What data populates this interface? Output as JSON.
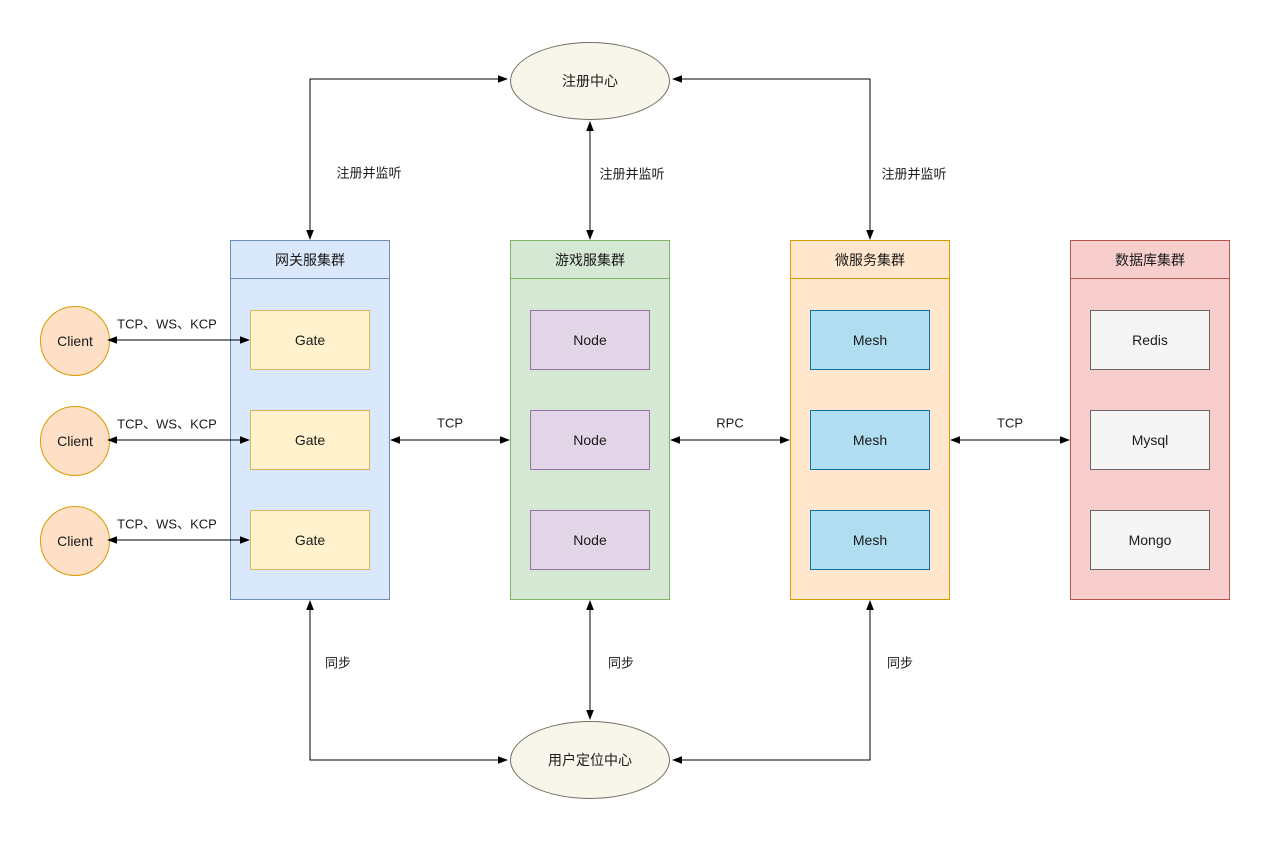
{
  "diagram": {
    "background": "#ffffff",
    "registry_center": {
      "label": "注册中心",
      "fill": "#f8f5ea",
      "border": "#707062"
    },
    "location_center": {
      "label": "用户定位中心",
      "fill": "#f8f5ea",
      "border": "#707062"
    },
    "client_style": {
      "fill": "#ffe0c7",
      "border": "#d79b00"
    },
    "clients": [
      {
        "label": "Client",
        "link_label": "TCP、WS、KCP"
      },
      {
        "label": "Client",
        "link_label": "TCP、WS、KCP"
      },
      {
        "label": "Client",
        "link_label": "TCP、WS、KCP"
      }
    ],
    "clusters": [
      {
        "title": "网关服集群",
        "fill": "#dae8fc",
        "border": "#6c8ebf",
        "node_fill": "#fff2cc",
        "node_border": "#d6b656",
        "nodes": [
          "Gate",
          "Gate",
          "Gate"
        ],
        "registry_label": "注册并监听",
        "sync_label": "同步"
      },
      {
        "title": "游戏服集群",
        "fill": "#d5e8d4",
        "border": "#82b366",
        "node_fill": "#e1d5e7",
        "node_border": "#9673a6",
        "nodes": [
          "Node",
          "Node",
          "Node"
        ],
        "registry_label": "注册并监听",
        "sync_label": "同步"
      },
      {
        "title": "微服务集群",
        "fill": "#ffe6cc",
        "border": "#d79b00",
        "node_fill": "#b1ddf0",
        "node_border": "#10739e",
        "nodes": [
          "Mesh",
          "Mesh",
          "Mesh"
        ],
        "registry_label": "注册并监听",
        "sync_label": "同步"
      },
      {
        "title": "数据库集群",
        "fill": "#f8cecc",
        "border": "#b85450",
        "node_fill": "#f5f5f5",
        "node_border": "#666666",
        "nodes": [
          "Redis",
          "Mysql",
          "Mongo"
        ]
      }
    ],
    "inter_cluster_links": [
      {
        "label": "TCP"
      },
      {
        "label": "RPC"
      },
      {
        "label": "TCP"
      }
    ]
  }
}
